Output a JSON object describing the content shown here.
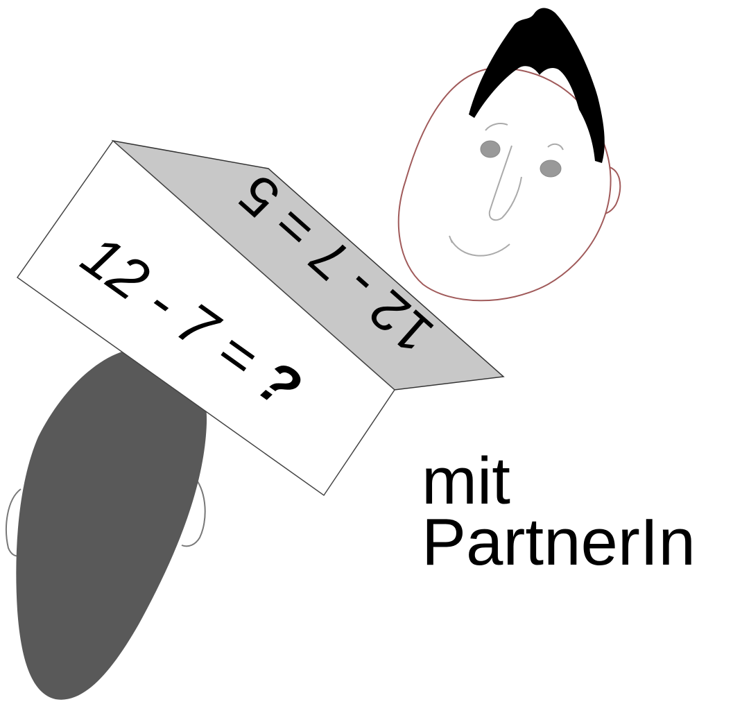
{
  "card": {
    "front_equation": "12 - 7 = ",
    "front_unknown": "?",
    "back_equation": "12 - 7 = 5"
  },
  "caption": {
    "line1": "mit",
    "line2": "PartnerIn"
  },
  "colors": {
    "card_front": "#ffffff",
    "card_back": "#c8c8c8",
    "hair": "#000000",
    "partner_head": "#595959",
    "face_outline": "#a05a5a"
  },
  "icons": {
    "tent_card": "folded-tent-card",
    "partner_face": "smiling-face",
    "partner_back_of_head": "back-of-head"
  }
}
